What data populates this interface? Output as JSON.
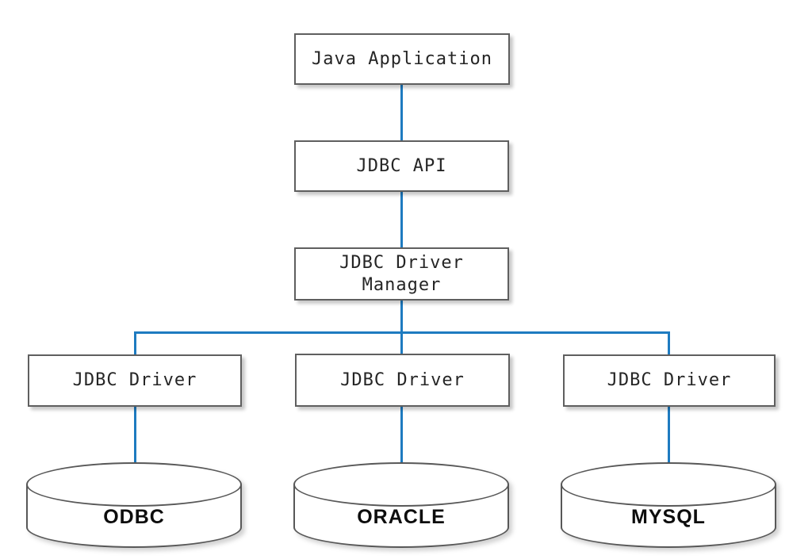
{
  "colors": {
    "connector_blue": "#1e7bc0",
    "box_border_gray": "#5f5f5f",
    "box_fill": "#ffffff",
    "box_text": "#252525",
    "cylinder_label_text": "#0d0d0d"
  },
  "nodes": {
    "java_application": {
      "label": "Java Application"
    },
    "jdbc_api": {
      "label": "JDBC API"
    },
    "jdbc_driver_manager": {
      "label_line1": "JDBC Driver",
      "label_line2": "Manager"
    },
    "jdbc_driver_left": {
      "label": "JDBC Driver"
    },
    "jdbc_driver_middle": {
      "label": "JDBC Driver"
    },
    "jdbc_driver_right": {
      "label": "JDBC Driver"
    }
  },
  "databases": {
    "odbc": {
      "label": "ODBC"
    },
    "oracle": {
      "label": "ORACLE"
    },
    "mysql": {
      "label": "MYSQL"
    }
  }
}
